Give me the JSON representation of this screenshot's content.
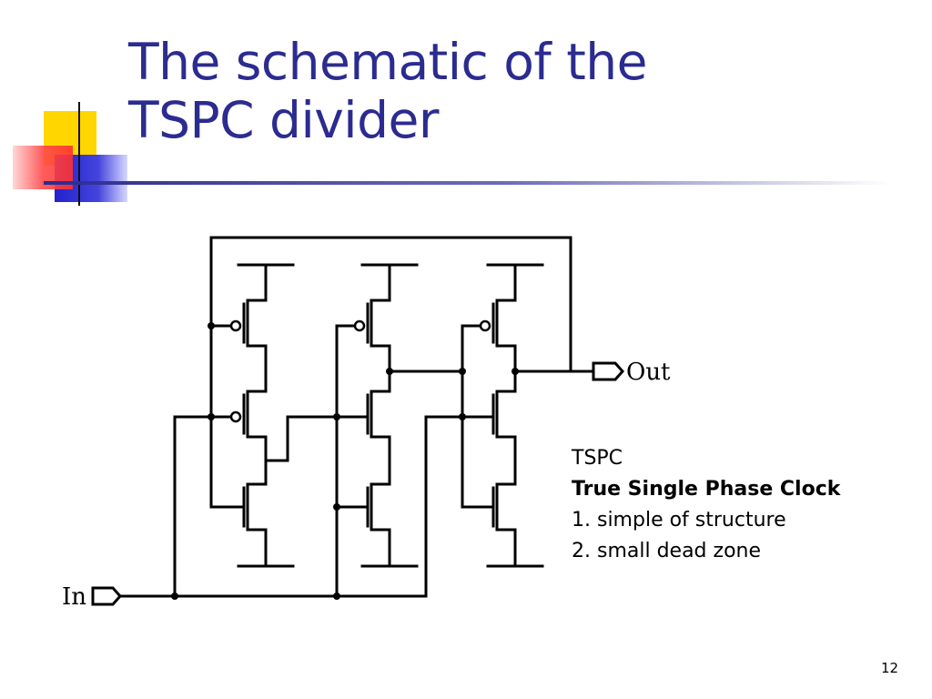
{
  "slide": {
    "title_lines": [
      "The schematic of the",
      "TSPC divider"
    ],
    "page_number": "12",
    "title_color": "#2b2b90"
  },
  "diagram": {
    "input_label": "In",
    "output_label": "Out"
  },
  "legend": {
    "line1": "TSPC",
    "line2": "True Single Phase Clock",
    "line3": "1. simple of structure",
    "line4": "2. small dead zone"
  },
  "decor": {
    "yellow": "#ffd600",
    "red": "#ff4a4a",
    "blue": "#2a2ad8",
    "rule": "#2b2b90"
  }
}
